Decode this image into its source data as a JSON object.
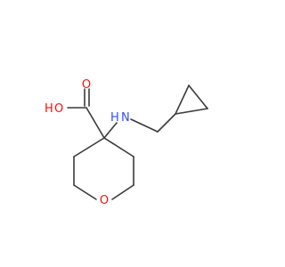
{
  "molecule": {
    "labels": {
      "hydroxyl_oxygen": "O",
      "hydroxyl_hydrogen": "H",
      "carbonyl_oxygen": "O",
      "amine_hydrogen": "H",
      "amine_nitrogen": "N",
      "ring_oxygen": "O"
    },
    "colors": {
      "bond": "#3a3a3a",
      "oxygen": "#ff0d0d",
      "nitrogen": "#3050f8"
    }
  }
}
